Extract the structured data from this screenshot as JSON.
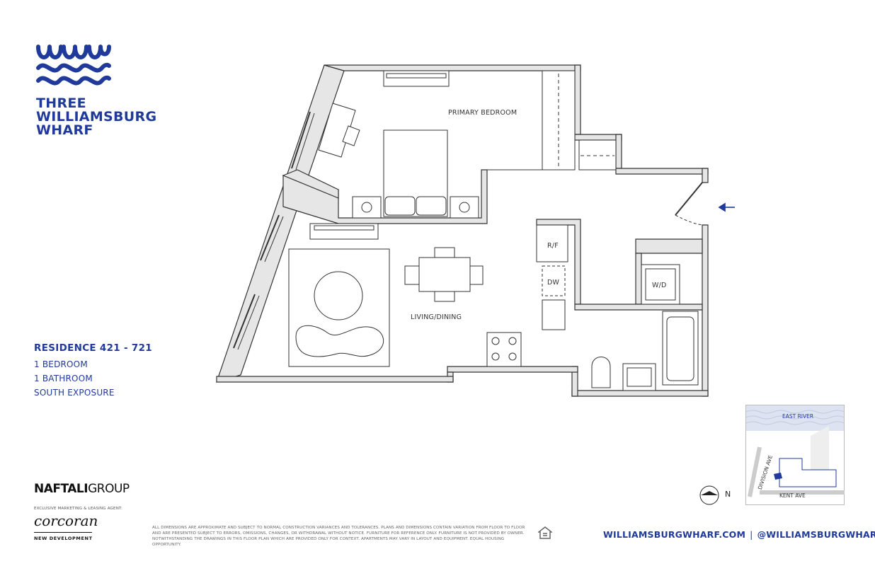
{
  "brand": {
    "name_lines": [
      "THREE",
      "WILLIAMSBURG",
      "WHARF"
    ],
    "color": "#1f3a9b"
  },
  "residence": {
    "title": "RESIDENCE 421 - 721",
    "details": [
      "1 BEDROOM",
      "1 BATHROOM",
      "SOUTH EXPOSURE"
    ]
  },
  "floorplan": {
    "rooms": {
      "primary_bedroom": "PRIMARY BEDROOM",
      "living_dining": "LIVING/DINING",
      "refrigerator": "R/F",
      "dishwasher": "DW",
      "washer_dryer": "W/D"
    },
    "wall_color": "#e6e6e6",
    "line_color": "#333333"
  },
  "keymap": {
    "river": "EAST RIVER",
    "street_vertical": "DIVISION AVE",
    "street_horizontal": "KENT AVE"
  },
  "compass": {
    "label": "N"
  },
  "developer": {
    "name_bold": "NAFTALI",
    "name_light": "GROUP",
    "agent_label": "EXCLUSIVE MARKETING & LEASING AGENT:",
    "agent_name": "corcoran",
    "agent_sub": "NEW DEVELOPMENT"
  },
  "disclaimer": "ALL DIMENSIONS ARE APPROXIMATE AND SUBJECT TO NORMAL CONSTRUCTION VARIANCES AND TOLERANCES. PLANS AND DIMENSIONS CONTAIN VARIATION FROM FLOOR TO FLOOR AND ARE PRESENTED SUBJECT TO ERRORS, OMISSIONS, CHANGES, OR WITHDRAWAL WITHOUT NOTICE. FURNITURE FOR REFERENCE ONLY. FURNITURE IS NOT PROVIDED BY OWNER. NOTWITHSTANDING THE DRAWINGS IN THIS FLOOR PLAN WHICH ARE PROVIDED ONLY FOR CONTEXT. APARTMENTS MAY VARY IN LAYOUT AND EQUIPMENT. EQUAL HOUSING OPPORTUNITY.",
  "footer": {
    "website": "WILLIAMSBURGWHARF.COM",
    "separator": "|",
    "handle": "@WILLIAMSBURGWHARF"
  }
}
